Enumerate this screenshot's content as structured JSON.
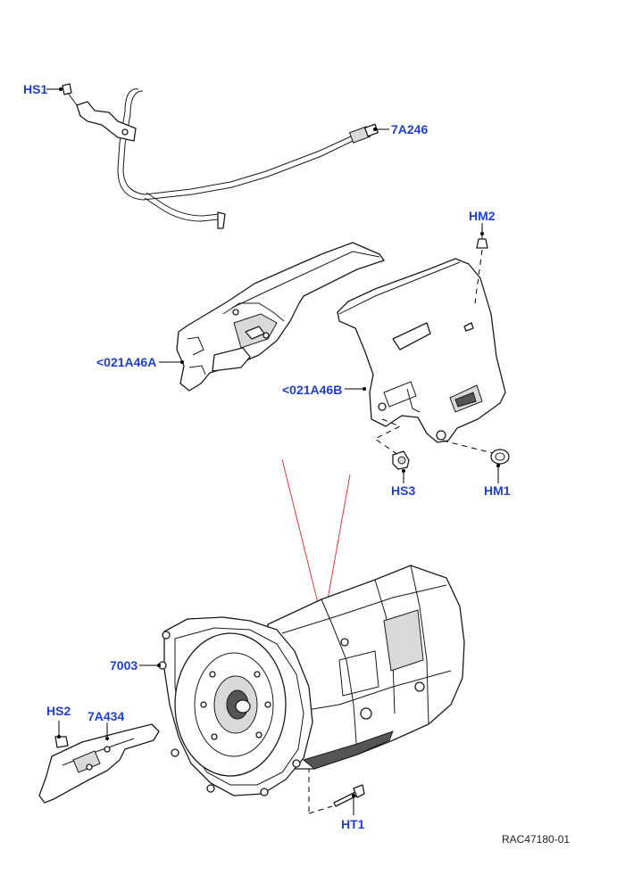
{
  "colors": {
    "callout": "#1f3fd1",
    "reference": "#222222",
    "red_guide": "#e23a3a",
    "line": "#1a1a1a"
  },
  "callouts": {
    "hs1": "HS1",
    "p7a246": "7A246",
    "hm2": "HM2",
    "p021a46a": "<021A46A",
    "p021a46b": "<021A46B",
    "hs3": "HS3",
    "hm1": "HM1",
    "p7003": "7003",
    "hs2": "HS2",
    "p7a434": "7A434",
    "ht1": "HT1"
  },
  "reference_code": "RAC47180-01"
}
